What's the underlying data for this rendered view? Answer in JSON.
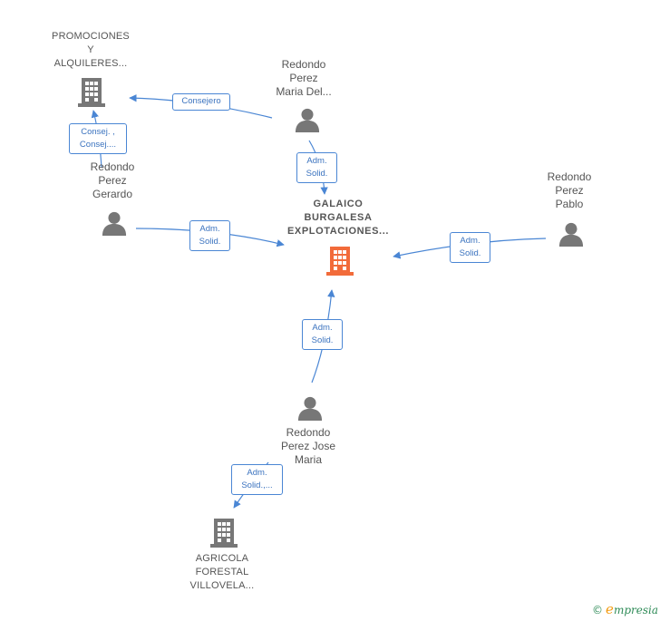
{
  "nodes": {
    "main": {
      "label": "GALAICO\nBURGALESA\nEXPLOTACIONES...",
      "color": "#f26b3a"
    },
    "promociones": {
      "label": "PROMOCIONES\nY\nALQUILERES..."
    },
    "agricola": {
      "label": "AGRICOLA\nFORESTAL\nVILLOVELA..."
    },
    "maria_del": {
      "label": "Redondo\nPerez\nMaria Del..."
    },
    "gerardo": {
      "label": "Redondo\nPerez\nGerardo"
    },
    "pablo": {
      "label": "Redondo\nPerez\nPablo"
    },
    "jose_maria": {
      "label": "Redondo\nPerez Jose\nMaria"
    }
  },
  "edges": {
    "consejero": "Consejero",
    "consej": "Consej. ,\nConsej....",
    "maria_adm": "Adm.\nSolid.",
    "gerardo_adm": "Adm.\nSolid.",
    "pablo_adm": "Adm.\nSolid.",
    "jose_adm": "Adm.\nSolid.",
    "jose_agricola": "Adm.\nSolid.,..."
  },
  "colors": {
    "edge": "#4a86d4",
    "company_gray": "#777777",
    "person_gray": "#777777",
    "main_company": "#f26b3a"
  },
  "brand": {
    "copyright": "©",
    "name": "mpresia",
    "initial": "e"
  }
}
